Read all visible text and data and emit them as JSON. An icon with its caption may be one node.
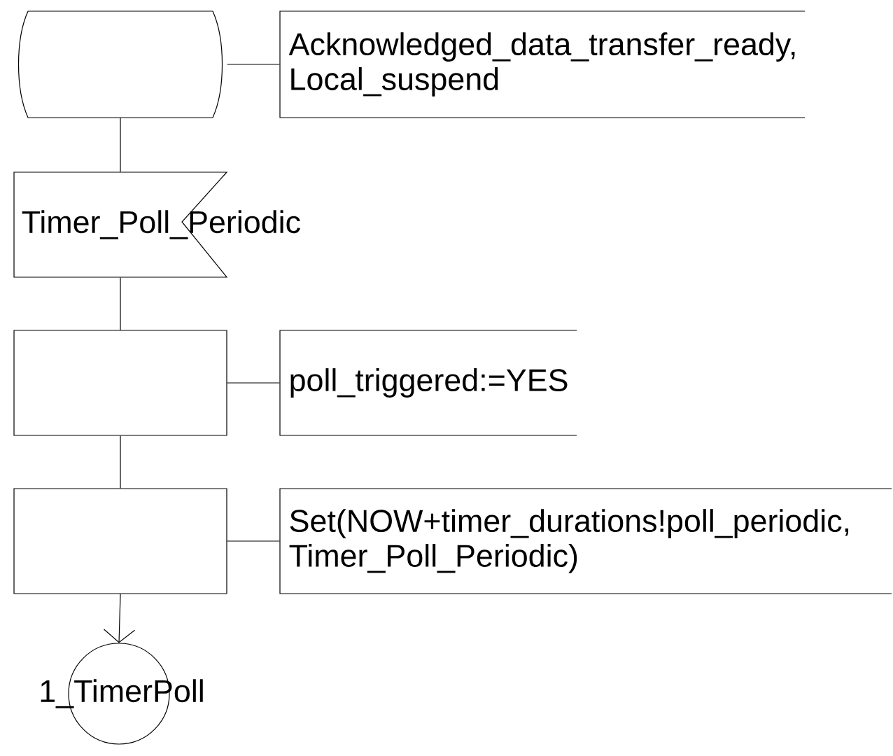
{
  "diagram": {
    "nodes": [
      {
        "text": [],
        "shape": "box"
      },
      {
        "text": [
          "Acknowledged_data_transfer_ready, Local_suspend"
        ]
      },
      {
        "text": [
          "Timer_Poll_Periodic"
        ]
      },
      {
        "text": [],
        "shape": "box"
      },
      {
        "text": [
          "poll_triggered:=YES"
        ]
      },
      {
        "text": [],
        "shape": "box"
      },
      {
        "text": [
          "Set(NOW+timer_durations!poll_periodic, Timer_Poll_Periodic)"
        ]
      },
      {
        "text": [
          "1_TimerPoll"
        ]
      }
    ],
    "edges": [
      {
        "from": 0,
        "to": 1,
        "arrow": "none"
      },
      {
        "from": 0,
        "to": 2,
        "arrow": "none"
      },
      {
        "from": 2,
        "to": 3,
        "arrow": "none"
      },
      {
        "from": 3,
        "to": 4,
        "arrow": "none"
      },
      {
        "from": 3,
        "to": 5,
        "arrow": "none"
      },
      {
        "from": 5,
        "to": 6,
        "arrow": "none"
      },
      {
        "from": 5,
        "to": 7,
        "arrow": "to"
      }
    ]
  }
}
